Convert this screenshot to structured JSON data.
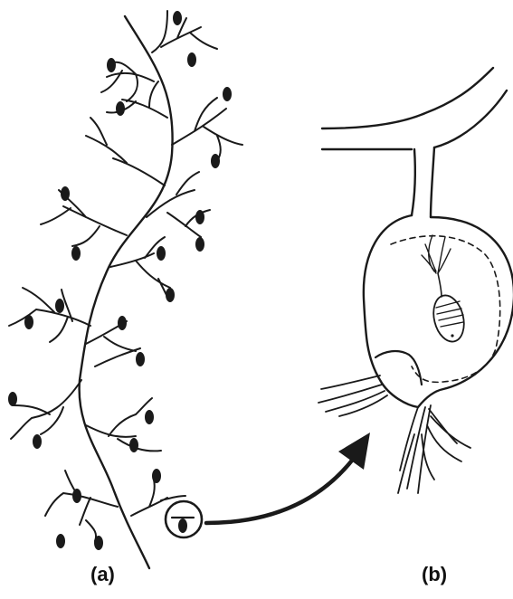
{
  "captions": {
    "a": "(a)",
    "b": "(b)"
  },
  "ink_color": "#1a1a1a",
  "background": "#ffffff",
  "panels": [
    {
      "id": "a",
      "subject": "branching-plant-with-bladders"
    },
    {
      "id": "b",
      "subject": "bladder-trap-with-prey"
    }
  ]
}
